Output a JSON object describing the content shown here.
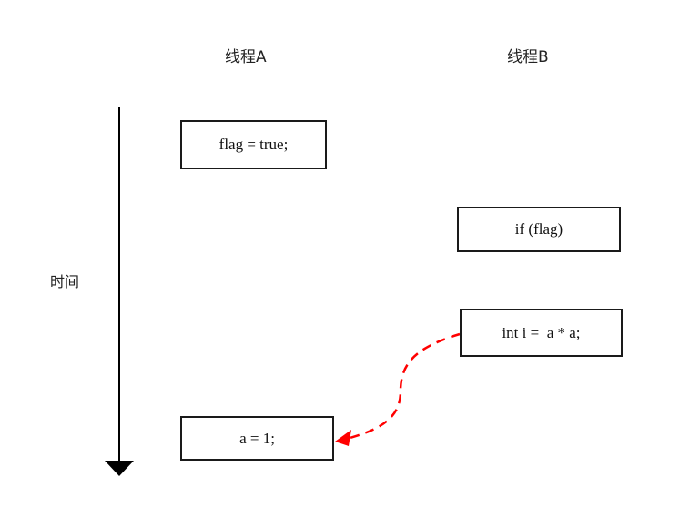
{
  "headers": {
    "thread_a": "线程A",
    "thread_b": "线程B"
  },
  "axis": {
    "label": "时间"
  },
  "statements": {
    "a_flag": "flag = true;",
    "b_if": "if (flag)",
    "b_int": "int i =  a * a;",
    "a_assign": "a = 1;"
  },
  "colors": {
    "arrow": "#ff0000",
    "line": "#000000"
  }
}
